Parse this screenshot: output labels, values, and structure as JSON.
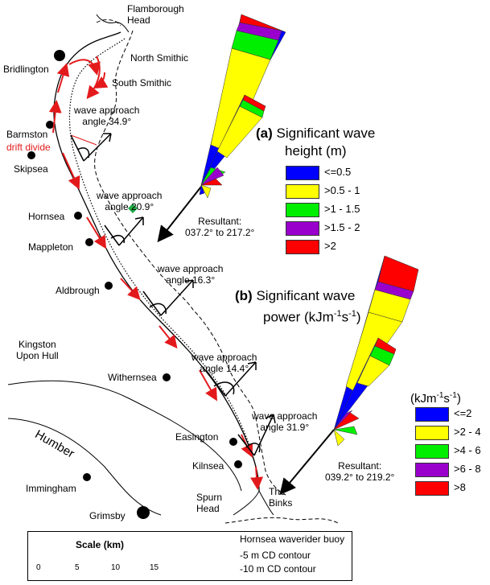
{
  "places": {
    "flamborough": "Flamborough\nHead",
    "north_smithic": "North Smithic",
    "south_smithic": "South Smithic",
    "bridlington": "Bridlington",
    "barmston": "Barmston",
    "drift_divide": "drift divide",
    "skipsea": "Skipsea",
    "hornsea": "Hornsea",
    "mappleton": "Mappleton",
    "aldbrough": "Aldbrough",
    "kingston": "Kingston\nUpon Hull",
    "withernsea": "Withernsea",
    "easington": "Easington",
    "kilnsea": "Kilnsea",
    "humber": "Humber",
    "immingham": "Immingham",
    "grimsby": "Grimsby",
    "spurn": "Spurn\nHead",
    "binks": "The\nBinks"
  },
  "wave_approach": [
    {
      "label": "wave approach\nangle 34.9°"
    },
    {
      "label": "wave approach\nangle 20.9°"
    },
    {
      "label": "wave approach\nangle 16.3°"
    },
    {
      "label": "wave approach\nangle 14.4°"
    },
    {
      "label": "wave approach\nangle 31.9°"
    }
  ],
  "panel_a": {
    "letter": "(a)",
    "title_line1": "Significant wave",
    "title_line2": "height (m)",
    "resultant": "Resultant:\n037.2° to 217.2°",
    "legend": [
      {
        "label": "<=0.5",
        "color": "#0000ff"
      },
      {
        "label": ">0.5 - 1",
        "color": "#ffff00"
      },
      {
        "label": ">1 - 1.5",
        "color": "#00ee00"
      },
      {
        "label": ">1.5 - 2",
        "color": "#9900cc"
      },
      {
        "label": ">2",
        "color": "#ff0000"
      }
    ]
  },
  "panel_b": {
    "letter": "(b)",
    "title_line1": "Significant wave",
    "title_line2_main": "power (kJm",
    "title_line2_sup1": "-1",
    "title_line2_mid": "s",
    "title_line2_sup2": "-1",
    "title_line2_end": ")",
    "units_main": "(kJm",
    "units_sup1": "-1",
    "units_mid": "s",
    "units_sup2": "-1",
    "units_end": ")",
    "resultant": "Resultant:\n039.2° to 219.2°",
    "legend": [
      {
        "label": "<=2",
        "color": "#0000ff"
      },
      {
        "label": ">2 - 4",
        "color": "#ffff00"
      },
      {
        "label": ">4 - 6",
        "color": "#00ee00"
      },
      {
        "label": ">6 - 8",
        "color": "#9900cc"
      },
      {
        "label": ">8",
        "color": "#ff0000"
      }
    ]
  },
  "scale": {
    "title": "Scale (km)",
    "ticks": [
      "0",
      "5",
      "10",
      "15"
    ]
  },
  "key": {
    "buoy": "Hornsea waverider buoy",
    "contour5": "-5 m CD contour",
    "contour10": "-10 m CD contour"
  }
}
